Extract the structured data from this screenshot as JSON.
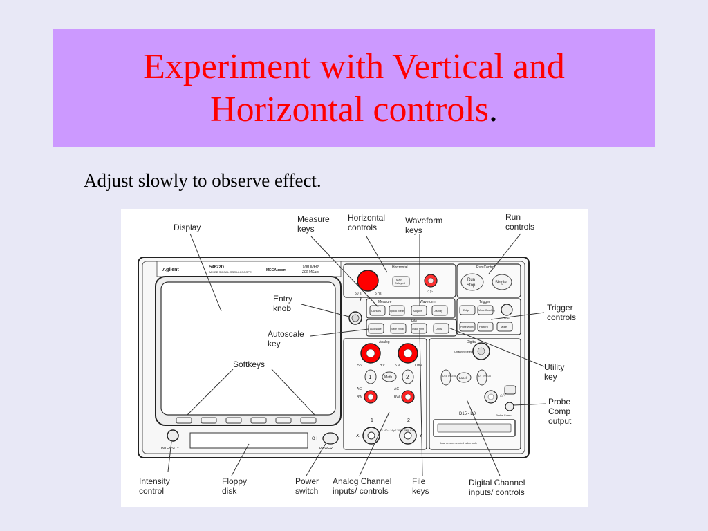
{
  "title": {
    "line1": "Experiment with Vertical and",
    "line2": "Horizontal controls",
    "period": "."
  },
  "subtitle": "Adjust slowly to observe effect.",
  "labels": {
    "display": "Display",
    "measure": [
      "Measure",
      "keys"
    ],
    "horizontal": [
      "Horizontal",
      "controls"
    ],
    "waveform": [
      "Waveform",
      "keys"
    ],
    "run": [
      "Run",
      "controls"
    ],
    "entry": [
      "Entry",
      "knob"
    ],
    "autoscale": [
      "Autoscale",
      "key"
    ],
    "softkeys": "Softkeys",
    "trigger": [
      "Trigger",
      "controls"
    ],
    "utility": [
      "Utility",
      "key"
    ],
    "probe": [
      "Probe",
      "Comp",
      "output"
    ],
    "intensity": [
      "Intensity",
      "control"
    ],
    "floppy": [
      "Floppy",
      "disk"
    ],
    "power": [
      "Power",
      "switch"
    ],
    "analog": [
      "Analog Channel",
      "inputs/ controls"
    ],
    "file": [
      "File",
      "keys"
    ],
    "digital": [
      "Digital Channel",
      "inputs/ controls"
    ]
  },
  "panel": {
    "brand": "Agilent",
    "model": "54622D",
    "model_sub": "MIXED SIGNAL OSCILLOSCOPE",
    "megazoom": "MEGA zoom",
    "bandwidth": "100 MHz",
    "sample": "200 MSa/s",
    "horizontal_hdr": "Horizontal",
    "run_control_hdr": "Run Control",
    "measure_hdr": "Measure",
    "waveform_hdr": "Waveform",
    "trigger_hdr": "Trigger",
    "file_hdr": "File",
    "analog_hdr": "Analog",
    "digital_hdr": "Digital",
    "btn_main": "Main",
    "btn_delayed": "Delayed",
    "btn_run": "Run",
    "btn_stop": "Stop",
    "btn_single": "Single",
    "btn_cursors": "Cursors",
    "btn_quick_meas": "Quick Meas",
    "btn_acquire": "Acquire",
    "btn_display": "Display",
    "btn_edge": "Edge",
    "btn_mode": "Mode Coupling",
    "btn_level": "Level",
    "btn_auto": "Auto-scale",
    "btn_save": "Save Recall",
    "btn_quick_print": "Quick Print",
    "btn_utility": "Utility",
    "btn_pulse": "Pulse Width",
    "btn_pattern": "Pattern",
    "btn_more": "More",
    "btn_math": "Math",
    "btn_label": "Label",
    "ch1": "1",
    "ch2": "2",
    "volts_5v": "5 V",
    "volts_1mv": "1 mV",
    "ac": "AC",
    "bw": "BW",
    "x": "X",
    "y": "Y",
    "input_spec": "1 MΩ ≈ 14 pF 300 V RMS CAT I",
    "d15d8": "D15 Thru D8",
    "d7d0": "D7 Thru D0",
    "d15_d0": "D15 - D0",
    "channel_select": "Channel Select",
    "probe_comp": "Probe Comp",
    "cable_note": "Use recommended cable only",
    "intensity": "INTENSITY",
    "power": "POWER",
    "time_50s": "50 s",
    "time_5ns": "5 ns"
  }
}
